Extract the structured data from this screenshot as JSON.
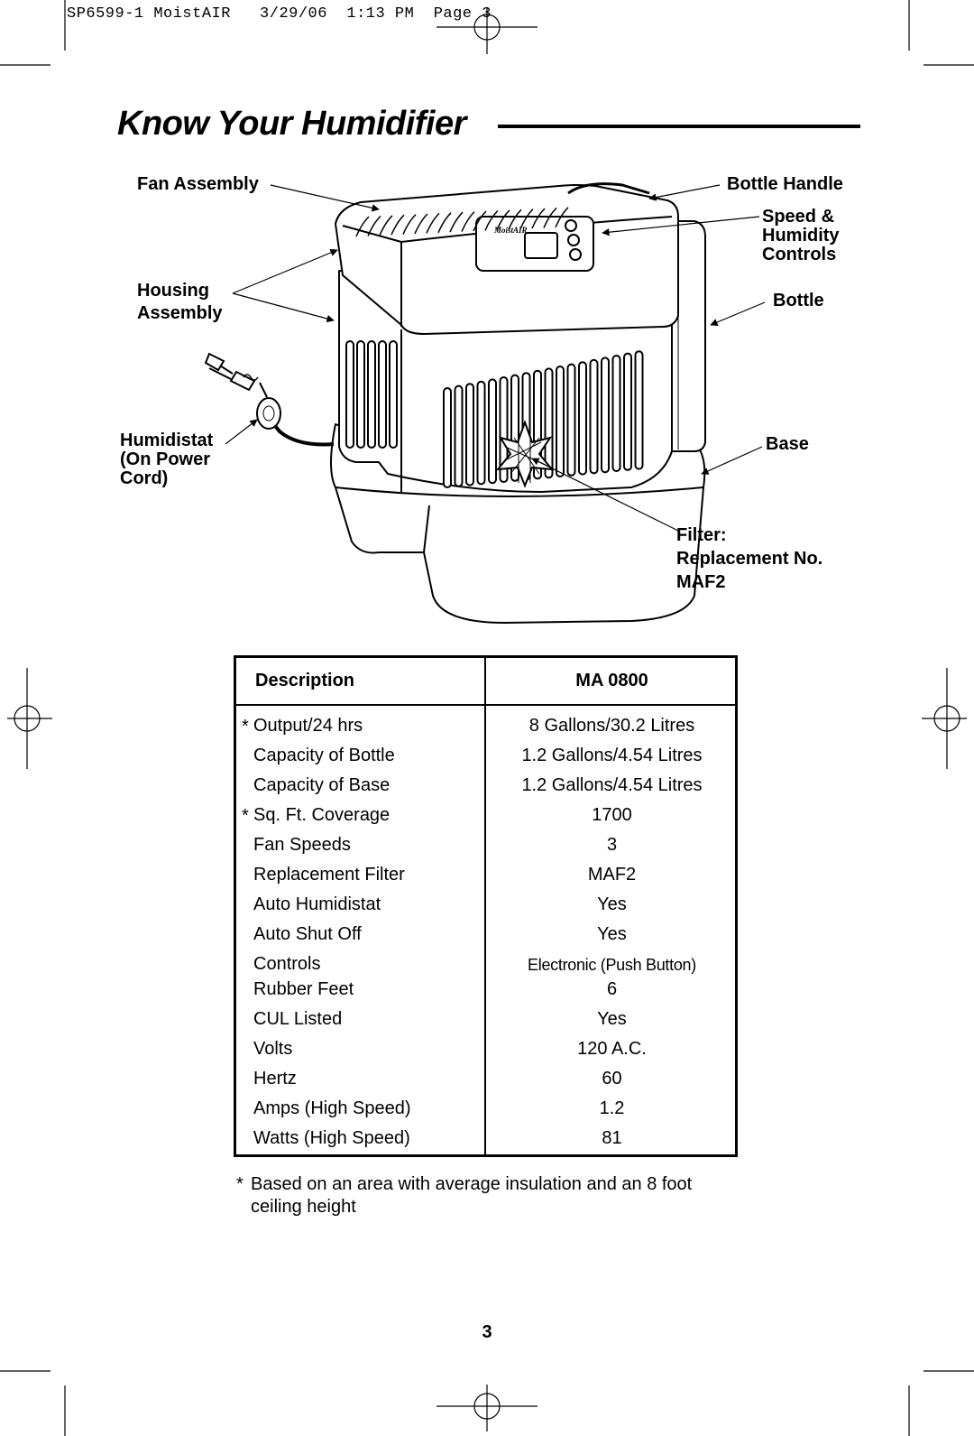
{
  "header": {
    "slug": "SP6599-1 MoistAIR",
    "date": "3/29/06",
    "time": "1:13 PM",
    "page_label": "Page 3"
  },
  "title": "Know Your Humidifier",
  "diagram": {
    "brand": "MoistAIR",
    "labels": {
      "fan_assembly": "Fan Assembly",
      "bottle_handle": "Bottle Handle",
      "speed_controls": [
        "Speed &",
        "Humidity",
        "Controls"
      ],
      "housing_assembly": [
        "Housing",
        "Assembly"
      ],
      "bottle": "Bottle",
      "humidistat": [
        "Humidistat",
        "(On Power",
        "Cord)"
      ],
      "base": "Base",
      "filter": [
        "Filter:",
        "Replacement No.",
        "MAF2"
      ]
    }
  },
  "spec_table": {
    "col_description": "Description",
    "col_model": "MA 0800",
    "rows": [
      {
        "star": "*",
        "description": "Output/24 hrs",
        "value": "8 Gallons/30.2 Litres"
      },
      {
        "star": "",
        "description": "Capacity of Bottle",
        "value": "1.2 Gallons/4.54 Litres"
      },
      {
        "star": "",
        "description": "Capacity of Base",
        "value": "1.2 Gallons/4.54 Litres"
      },
      {
        "star": "*",
        "description": "Sq. Ft. Coverage",
        "value": "1700"
      },
      {
        "star": "",
        "description": "Fan Speeds",
        "value": "3"
      },
      {
        "star": "",
        "description": "Replacement Filter",
        "value": "MAF2"
      },
      {
        "star": "",
        "description": "Auto Humidistat",
        "value": "Yes"
      },
      {
        "star": "",
        "description": "Auto Shut Off",
        "value": "Yes"
      },
      {
        "star": "",
        "description": "Controls",
        "value": "Electronic (Push Button)"
      },
      {
        "star": "",
        "description": "Rubber Feet",
        "value": "6"
      },
      {
        "star": "",
        "description": "CUL Listed",
        "value": "Yes"
      },
      {
        "star": "",
        "description": "Volts",
        "value": "120 A.C."
      },
      {
        "star": "",
        "description": "Hertz",
        "value": "60"
      },
      {
        "star": "",
        "description": "Amps (High Speed)",
        "value": "1.2"
      },
      {
        "star": "",
        "description": "Watts (High Speed)",
        "value": "81"
      }
    ]
  },
  "footnote": {
    "mark": "*",
    "text": "Based on an area with average insulation and an 8 foot ceiling height"
  },
  "page_number": "3"
}
